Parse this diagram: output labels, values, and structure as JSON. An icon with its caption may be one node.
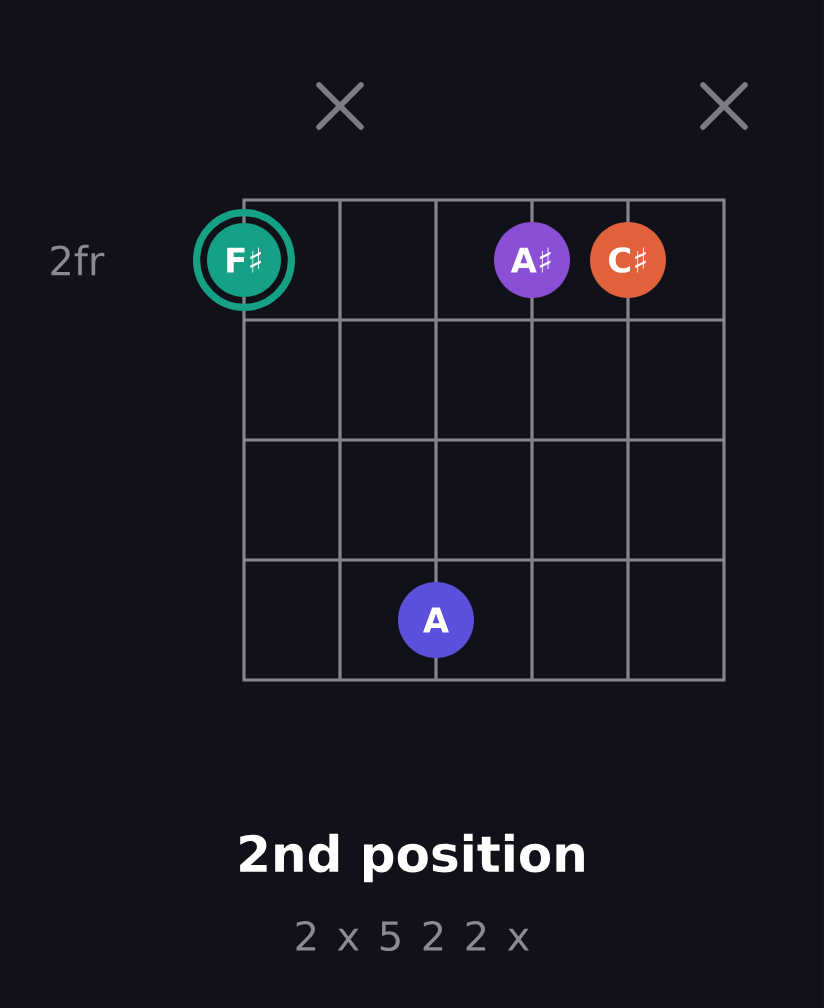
{
  "diagram": {
    "title": "2nd position",
    "nodes": [
      {
        "text": [
          "F♯"
        ]
      },
      {
        "text": [
          "A♯"
        ]
      },
      {
        "text": [
          "C♯"
        ]
      },
      {
        "text": [
          "A"
        ]
      }
    ],
    "labels": [
      "2fr",
      "2 x 5 2 2 x"
    ]
  }
}
